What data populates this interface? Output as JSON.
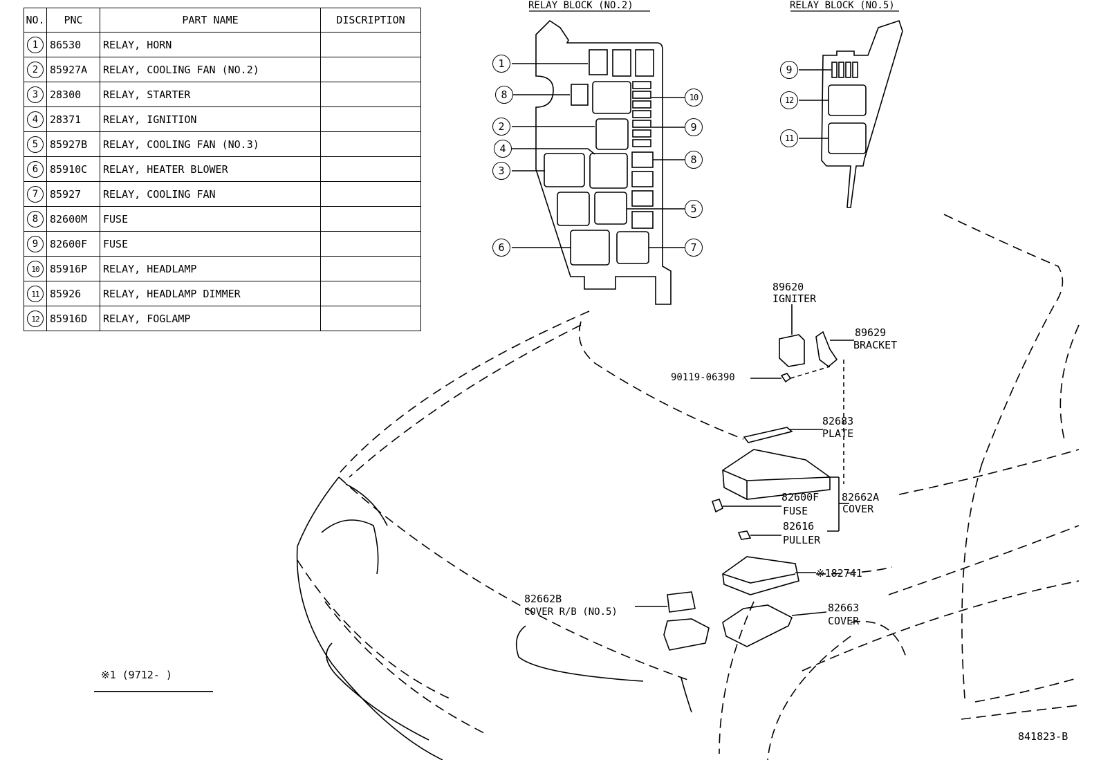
{
  "table": {
    "headers": {
      "no": "NO.",
      "pnc": "PNC",
      "part_name": "PART NAME",
      "description": "DISCRIPTION"
    },
    "rows": [
      {
        "no": "1",
        "pnc": "86530",
        "name": "RELAY, HORN",
        "desc": ""
      },
      {
        "no": "2",
        "pnc": "85927A",
        "name": "RELAY, COOLING FAN (NO.2)",
        "desc": ""
      },
      {
        "no": "3",
        "pnc": "28300",
        "name": "RELAY, STARTER",
        "desc": ""
      },
      {
        "no": "4",
        "pnc": "28371",
        "name": "RELAY, IGNITION",
        "desc": ""
      },
      {
        "no": "5",
        "pnc": "85927B",
        "name": "RELAY, COOLING FAN (NO.3)",
        "desc": ""
      },
      {
        "no": "6",
        "pnc": "85910C",
        "name": "RELAY, HEATER BLOWER",
        "desc": ""
      },
      {
        "no": "7",
        "pnc": "85927",
        "name": "RELAY, COOLING FAN",
        "desc": ""
      },
      {
        "no": "8",
        "pnc": "82600M",
        "name": "FUSE",
        "desc": ""
      },
      {
        "no": "9",
        "pnc": "82600F",
        "name": "FUSE",
        "desc": ""
      },
      {
        "no": "10",
        "pnc": "85916P",
        "name": "RELAY, HEADLAMP",
        "desc": ""
      },
      {
        "no": "11",
        "pnc": "85926",
        "name": "RELAY, HEADLAMP DIMMER",
        "desc": ""
      },
      {
        "no": "12",
        "pnc": "85916D",
        "name": "RELAY, FOGLAMP",
        "desc": ""
      }
    ]
  },
  "relay_block_2": {
    "title": "RELAY BLOCK (NO.2)",
    "callouts": [
      "1",
      "8",
      "10",
      "2",
      "9",
      "4",
      "8",
      "3",
      "5",
      "6",
      "7"
    ]
  },
  "relay_block_5": {
    "title": "RELAY BLOCK (NO.5)",
    "callouts": [
      "9",
      "12",
      "11"
    ]
  },
  "parts": {
    "igniter": {
      "pnc": "89620",
      "name": "IGNITER"
    },
    "bracket": {
      "pnc": "89629",
      "name": "BRACKET"
    },
    "bolt": {
      "pnc": "90119-06390"
    },
    "plate": {
      "pnc": "82683",
      "name": "PLATE"
    },
    "fuse": {
      "pnc": "82600F",
      "name": "FUSE"
    },
    "cover_a": {
      "pnc": "82662A",
      "name": "COVER"
    },
    "puller": {
      "pnc": "82616",
      "name": "PULLER"
    },
    "box_741": {
      "pnc": "※182741"
    },
    "cover_b": {
      "pnc": "82662B",
      "name": "COVER R/B (NO.5)"
    },
    "cover": {
      "pnc": "82663",
      "name": "COVER"
    }
  },
  "footnote": "※1 (9712-     )",
  "figure_id": "841823-B"
}
